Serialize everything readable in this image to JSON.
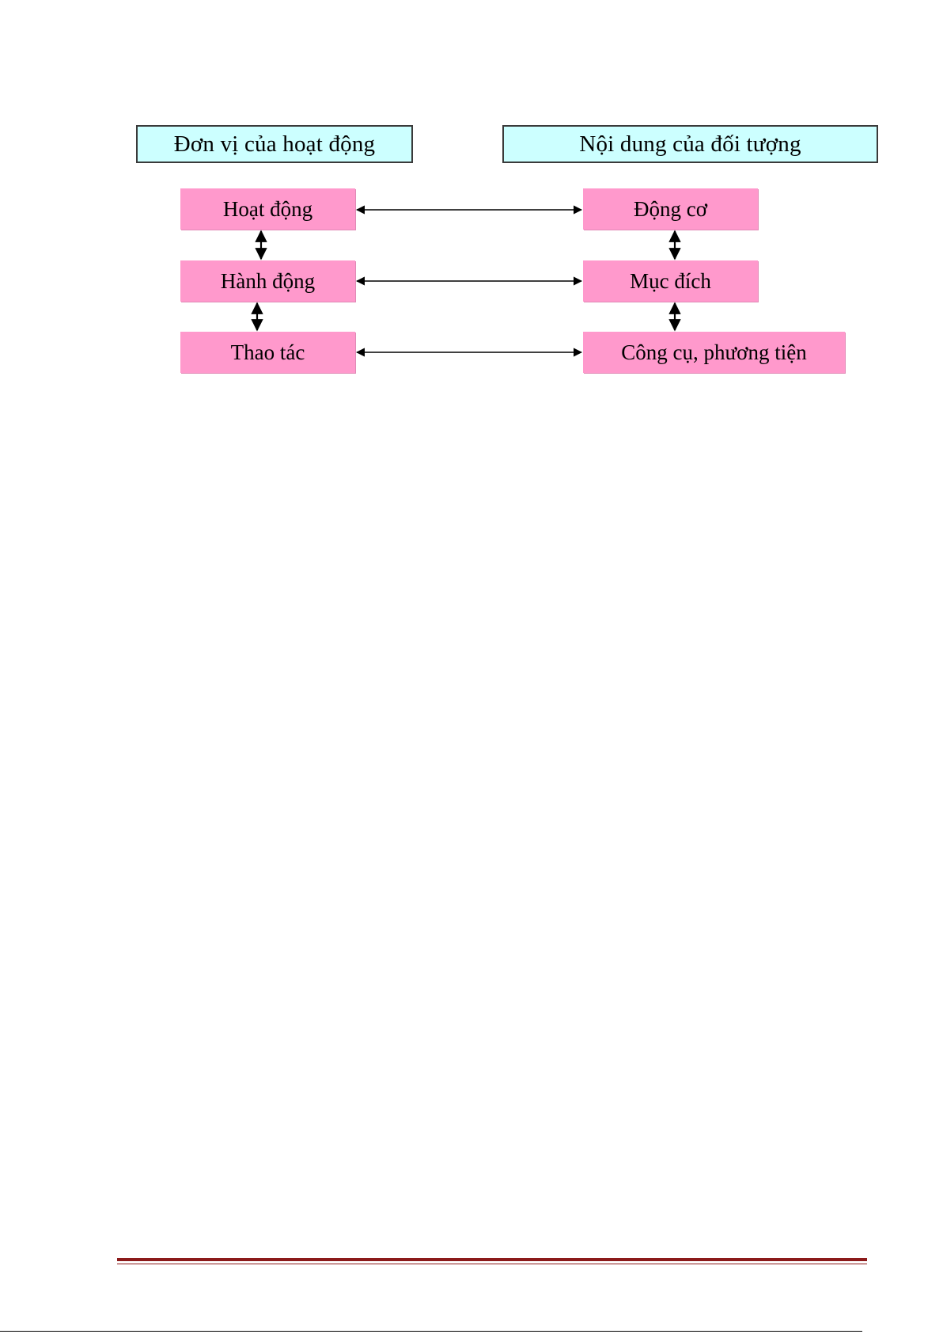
{
  "headers": {
    "left": "Đơn vị của hoạt động",
    "right": "Nội dung của đối tượng"
  },
  "left_column": [
    "Hoạt động",
    "Hành động",
    "Thao tác"
  ],
  "right_column": [
    "Động cơ",
    "Mục đích",
    "Công cụ, phương tiện"
  ],
  "colors": {
    "header_fill": "#ccffff",
    "node_fill": "#ff99cc",
    "footer_rule": "#8b1a1a"
  }
}
